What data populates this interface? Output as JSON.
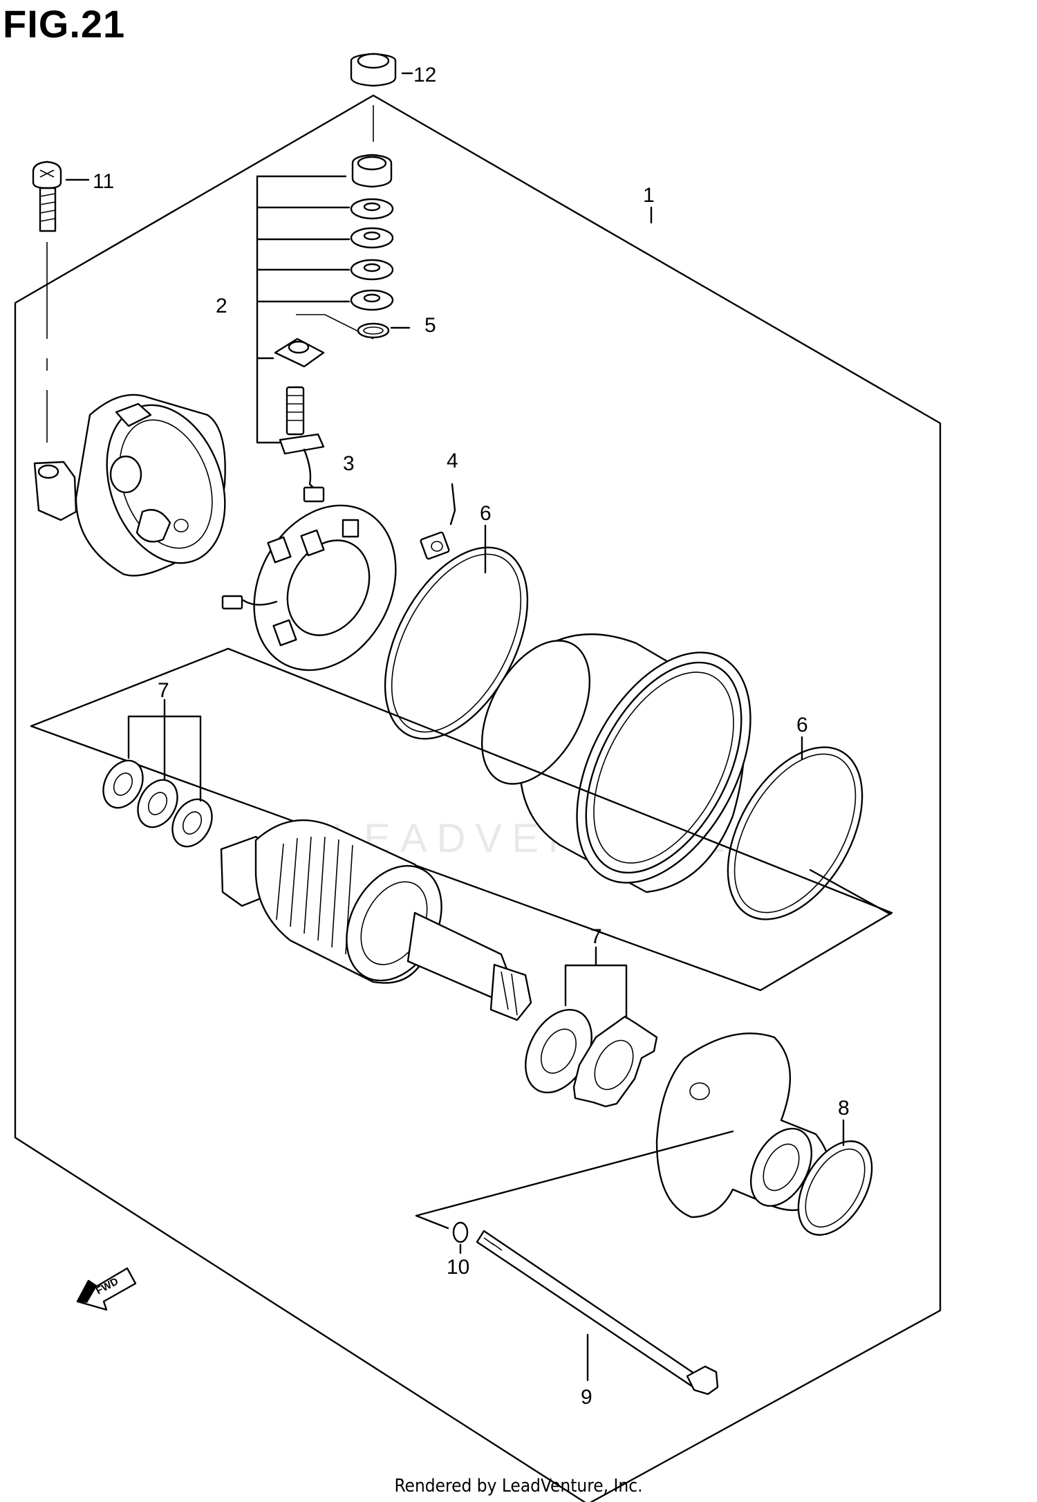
{
  "figure": {
    "title": "FIG.21"
  },
  "watermark": {
    "text": "LEADVENTURE"
  },
  "direction_arrow": {
    "label": "FWD"
  },
  "footer": {
    "text": "Rendered by LeadVenture, Inc."
  },
  "callouts": [
    {
      "id": "c1",
      "label": "1"
    },
    {
      "id": "c2",
      "label": "2"
    },
    {
      "id": "c3",
      "label": "3"
    },
    {
      "id": "c4",
      "label": "4"
    },
    {
      "id": "c5",
      "label": "5"
    },
    {
      "id": "c6a",
      "label": "6"
    },
    {
      "id": "c6b",
      "label": "6"
    },
    {
      "id": "c7a",
      "label": "7"
    },
    {
      "id": "c7b",
      "label": "7"
    },
    {
      "id": "c8",
      "label": "8"
    },
    {
      "id": "c9",
      "label": "9"
    },
    {
      "id": "c10",
      "label": "10"
    },
    {
      "id": "c11",
      "label": "11"
    },
    {
      "id": "c12",
      "label": "12"
    }
  ]
}
